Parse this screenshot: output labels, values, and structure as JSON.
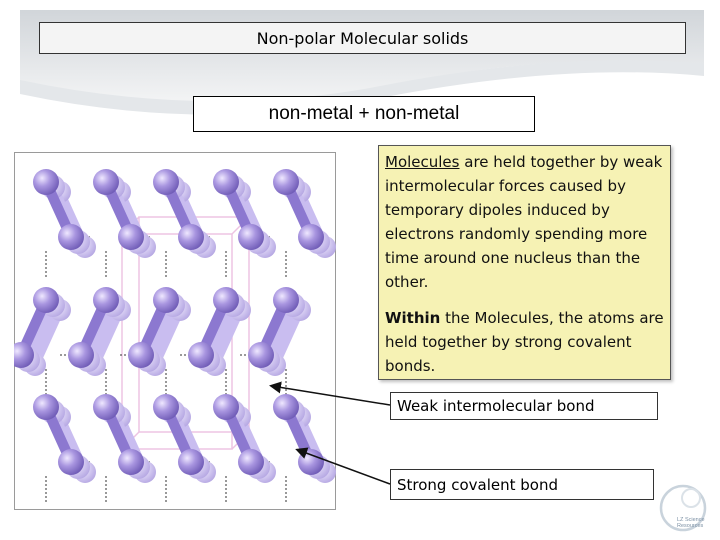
{
  "slide": {
    "title": "Non-polar Molecular solids",
    "subtitle": "non-metal + non-metal"
  },
  "explanation": {
    "para1_term": "Molecules",
    "para1_rest": " are held together by weak intermolecular forces caused by temporary dipoles induced by electrons randomly spending more time around one nucleus than the other.",
    "para2_term": "Within",
    "para2_rest": " the Molecules, the atoms are held together by strong covalent bonds."
  },
  "labels": {
    "weak_bond": "Weak intermolecular bond",
    "strong_bond": "Strong covalent bond"
  },
  "logo": {
    "line1": "LZ Science",
    "line2": "Resources"
  },
  "colors": {
    "atom": "#9b87d6",
    "atom_highlight": "#e6dcff",
    "text_box_bg": "#f6f2b4",
    "unit_cell": "#e9b6dc"
  }
}
